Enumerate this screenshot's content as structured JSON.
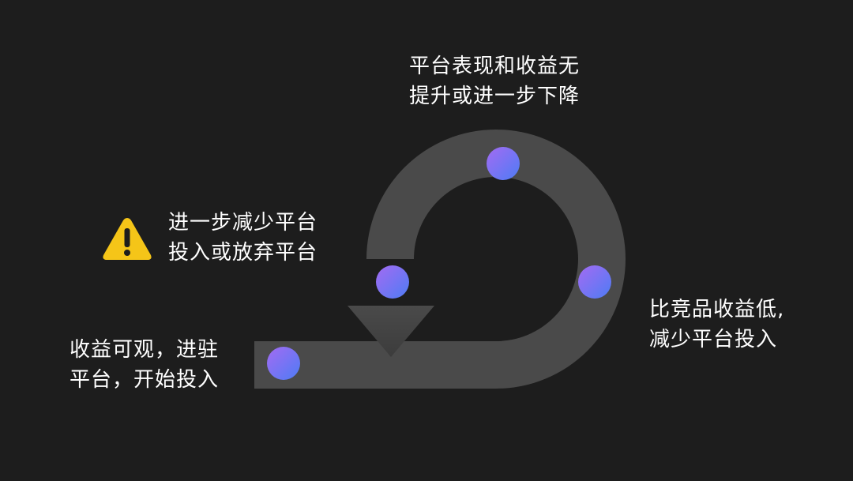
{
  "colors": {
    "background": "#1d1d1d",
    "arrow": "#4a4a4a",
    "text": "#ffffff",
    "warning": "#f5c518",
    "node_gradient_start": "#a36bf2",
    "node_gradient_end": "#4e7cf5"
  },
  "stages": {
    "top": {
      "line1": "平台表现和收益无",
      "line2": "提升或进一步下降"
    },
    "left": {
      "line1": "进一步减少平台",
      "line2": "投入或放弃平台",
      "icon": "warning-icon"
    },
    "right": {
      "line1": "比竞品收益低,",
      "line2": "减少平台投入"
    },
    "bottom": {
      "line1": "收益可观，进驻",
      "line2": "平台，开始投入"
    }
  }
}
